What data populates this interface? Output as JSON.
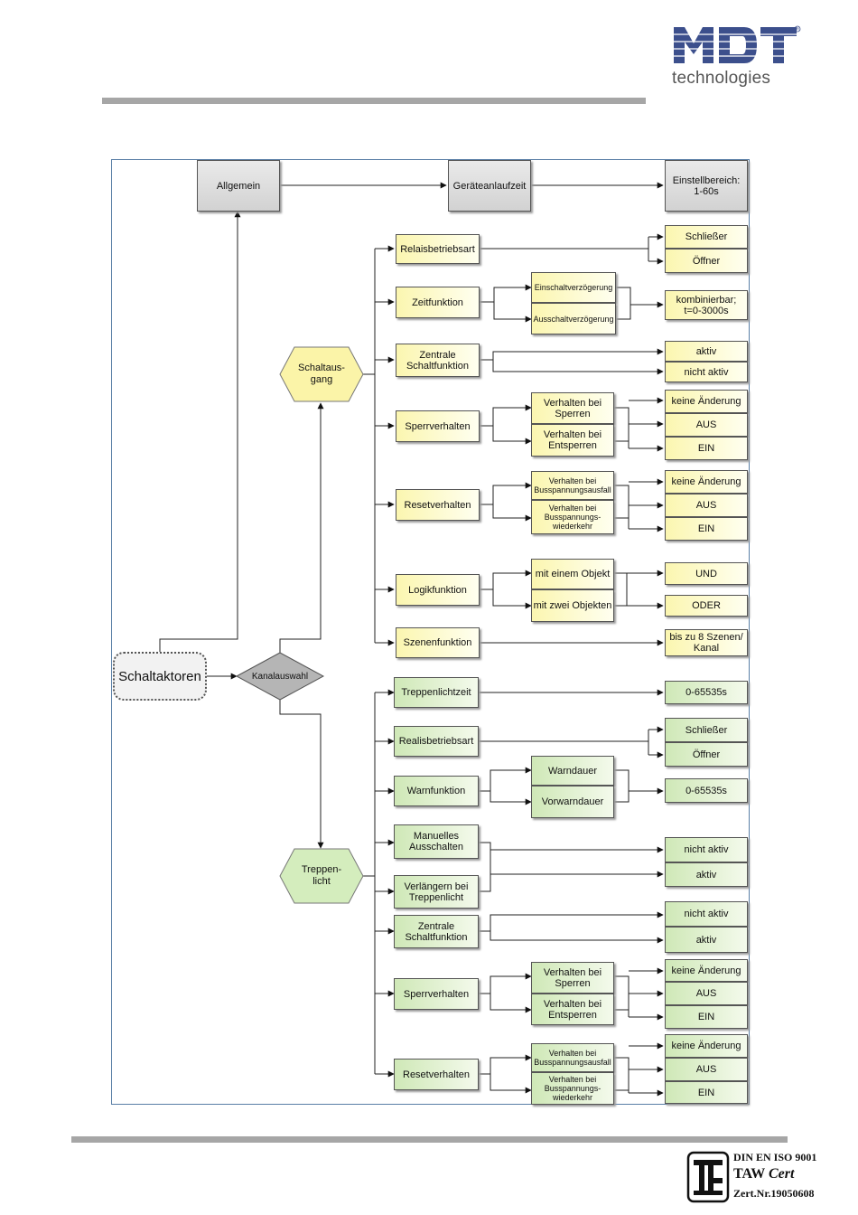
{
  "brand": {
    "logo_text": "MDT",
    "word": "technologies"
  },
  "cert": {
    "line1": "DIN EN ISO 9001",
    "line2a": "TAW ",
    "line2b": "Cert",
    "line3": "Zert.Nr.19050608",
    "mark": "ta"
  },
  "diagram": {
    "start": "Schaltaktoren",
    "decision": "Kanalauswahl",
    "allgemein": "Allgemein",
    "anlaufzeit": "Geräteanlaufzeit",
    "einstellbereich": "Einstellbereich:\n1-60s",
    "hex_schalt": "Schaltaus-\ngang",
    "hex_trepp": "Treppen-\nlicht",
    "s_relais": "Relaisbetriebsart",
    "s_schliesser": "Schließer",
    "s_oeffner": "Öffner",
    "s_zeit": "Zeitfunktion",
    "s_einschalt": "Einschaltverzögerung",
    "s_ausschalt": "Ausschaltverzögerung",
    "s_kombi": "kombinierbar;\nt=0-3000s",
    "s_zentral": "Zentrale\nSchaltfunktion",
    "s_aktiv": "aktiv",
    "s_nichtaktiv": "nicht aktiv",
    "s_sperr": "Sperrverhalten",
    "s_vsperren": "Verhalten bei\nSperren",
    "s_ventsperren": "Verhalten bei\nEntsperren",
    "s_sp_keine": "keine Änderung",
    "s_sp_aus": "AUS",
    "s_sp_ein": "EIN",
    "s_reset": "Resetverhalten",
    "s_bausfall": "Verhalten bei\nBusspannungsausfall",
    "s_bwieder": "Verhalten bei\nBusspannungs-\nwiederkehr",
    "s_rs_keine": "keine Änderung",
    "s_rs_aus": "AUS",
    "s_rs_ein": "EIN",
    "s_logik": "Logikfunktion",
    "s_einem": "mit einem Objekt",
    "s_zwei": "mit zwei Objekten",
    "s_und": "UND",
    "s_oder": "ODER",
    "s_szenen": "Szenenfunktion",
    "s_bis8": "bis zu 8 Szenen/\nKanal",
    "t_zeit": "Treppenlichtzeit",
    "t_zeitval": "0-65535s",
    "t_relais": "Realisbetriebsart",
    "t_schliesser": "Schließer",
    "t_oeffner": "Öffner",
    "t_warn": "Warnfunktion",
    "t_warndauer": "Warndauer",
    "t_vorwarn": "Vorwarndauer",
    "t_warnval": "0-65535s",
    "t_manuell": "Manuelles\nAusschalten",
    "t_verl": "Verlängern bei\nTreppenlicht",
    "t_m_nichtaktiv": "nicht aktiv",
    "t_m_aktiv": "aktiv",
    "t_zentral": "Zentrale\nSchaltfunktion",
    "t_z_nichtaktiv": "nicht aktiv",
    "t_z_aktiv": "aktiv",
    "t_sperr": "Sperrverhalten",
    "t_vsperren": "Verhalten bei\nSperren",
    "t_ventsperren": "Verhalten bei\nEntsperren",
    "t_sp_keine": "keine Änderung",
    "t_sp_aus": "AUS",
    "t_sp_ein": "EIN",
    "t_reset": "Resetverhalten",
    "t_bausfall": "Verhalten bei\nBusspannungsausfall",
    "t_bwieder": "Verhalten bei\nBusspannungs-\nwiederkehr",
    "t_rs_keine": "keine Änderung",
    "t_rs_aus": "AUS",
    "t_rs_ein": "EIN"
  }
}
